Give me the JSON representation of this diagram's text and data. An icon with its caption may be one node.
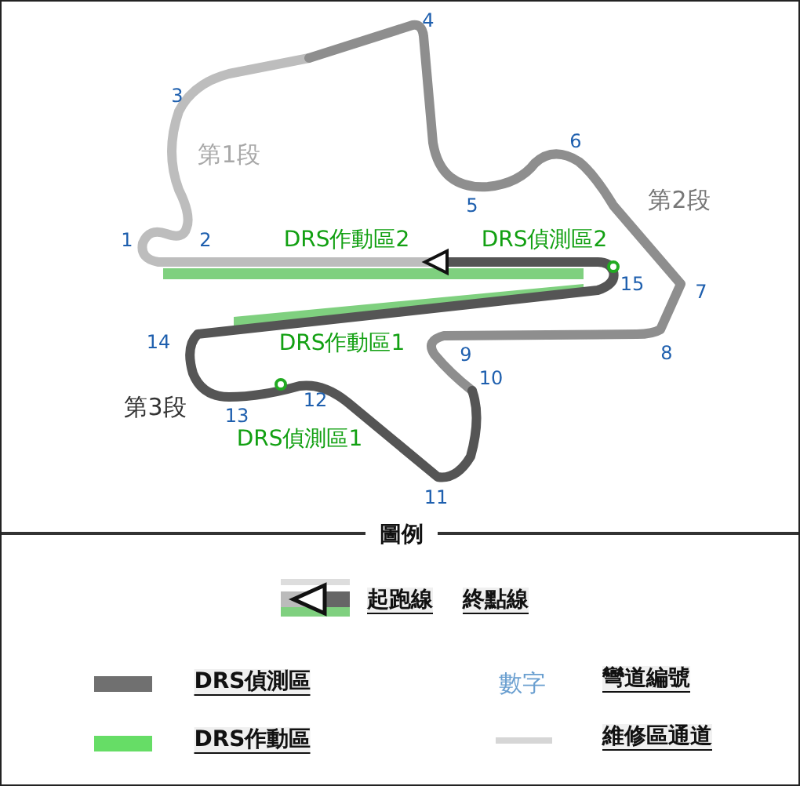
{
  "diagram": {
    "labels": [
      "4",
      "3",
      "第1段",
      "6",
      "第2段",
      "5",
      "1",
      "2",
      "DRS作動區2",
      "DRS偵測區2",
      "15",
      "7",
      "14",
      "8",
      "DRS作動區1",
      "9",
      "10",
      "12",
      "第3段",
      "13",
      "DRS偵測區1",
      "11",
      "圖例",
      "數字"
    ],
    "legend": [
      {
        "text": "起跑線"
      },
      {
        "text": "終點線"
      },
      {
        "text": "DRS偵測區",
        "color": "#707070"
      },
      {
        "text": "DRS作動區",
        "color": "#66dd66"
      },
      {
        "text": "彎道編號"
      },
      {
        "text": "維修區通道"
      }
    ]
  }
}
